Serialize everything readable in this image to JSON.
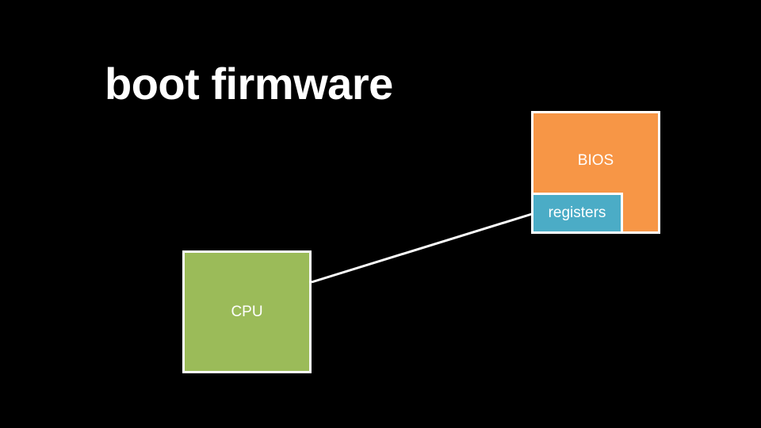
{
  "slide": {
    "title": "boot firmware",
    "background_color": "#000000"
  },
  "diagram": {
    "nodes": [
      {
        "id": "bios",
        "label": "BIOS",
        "color": "#f79646"
      },
      {
        "id": "registers",
        "label": "registers",
        "color": "#4bacc6"
      },
      {
        "id": "cpu",
        "label": "CPU",
        "color": "#9bbb59"
      }
    ],
    "edges": [
      {
        "from": "cpu",
        "to": "registers"
      }
    ]
  }
}
